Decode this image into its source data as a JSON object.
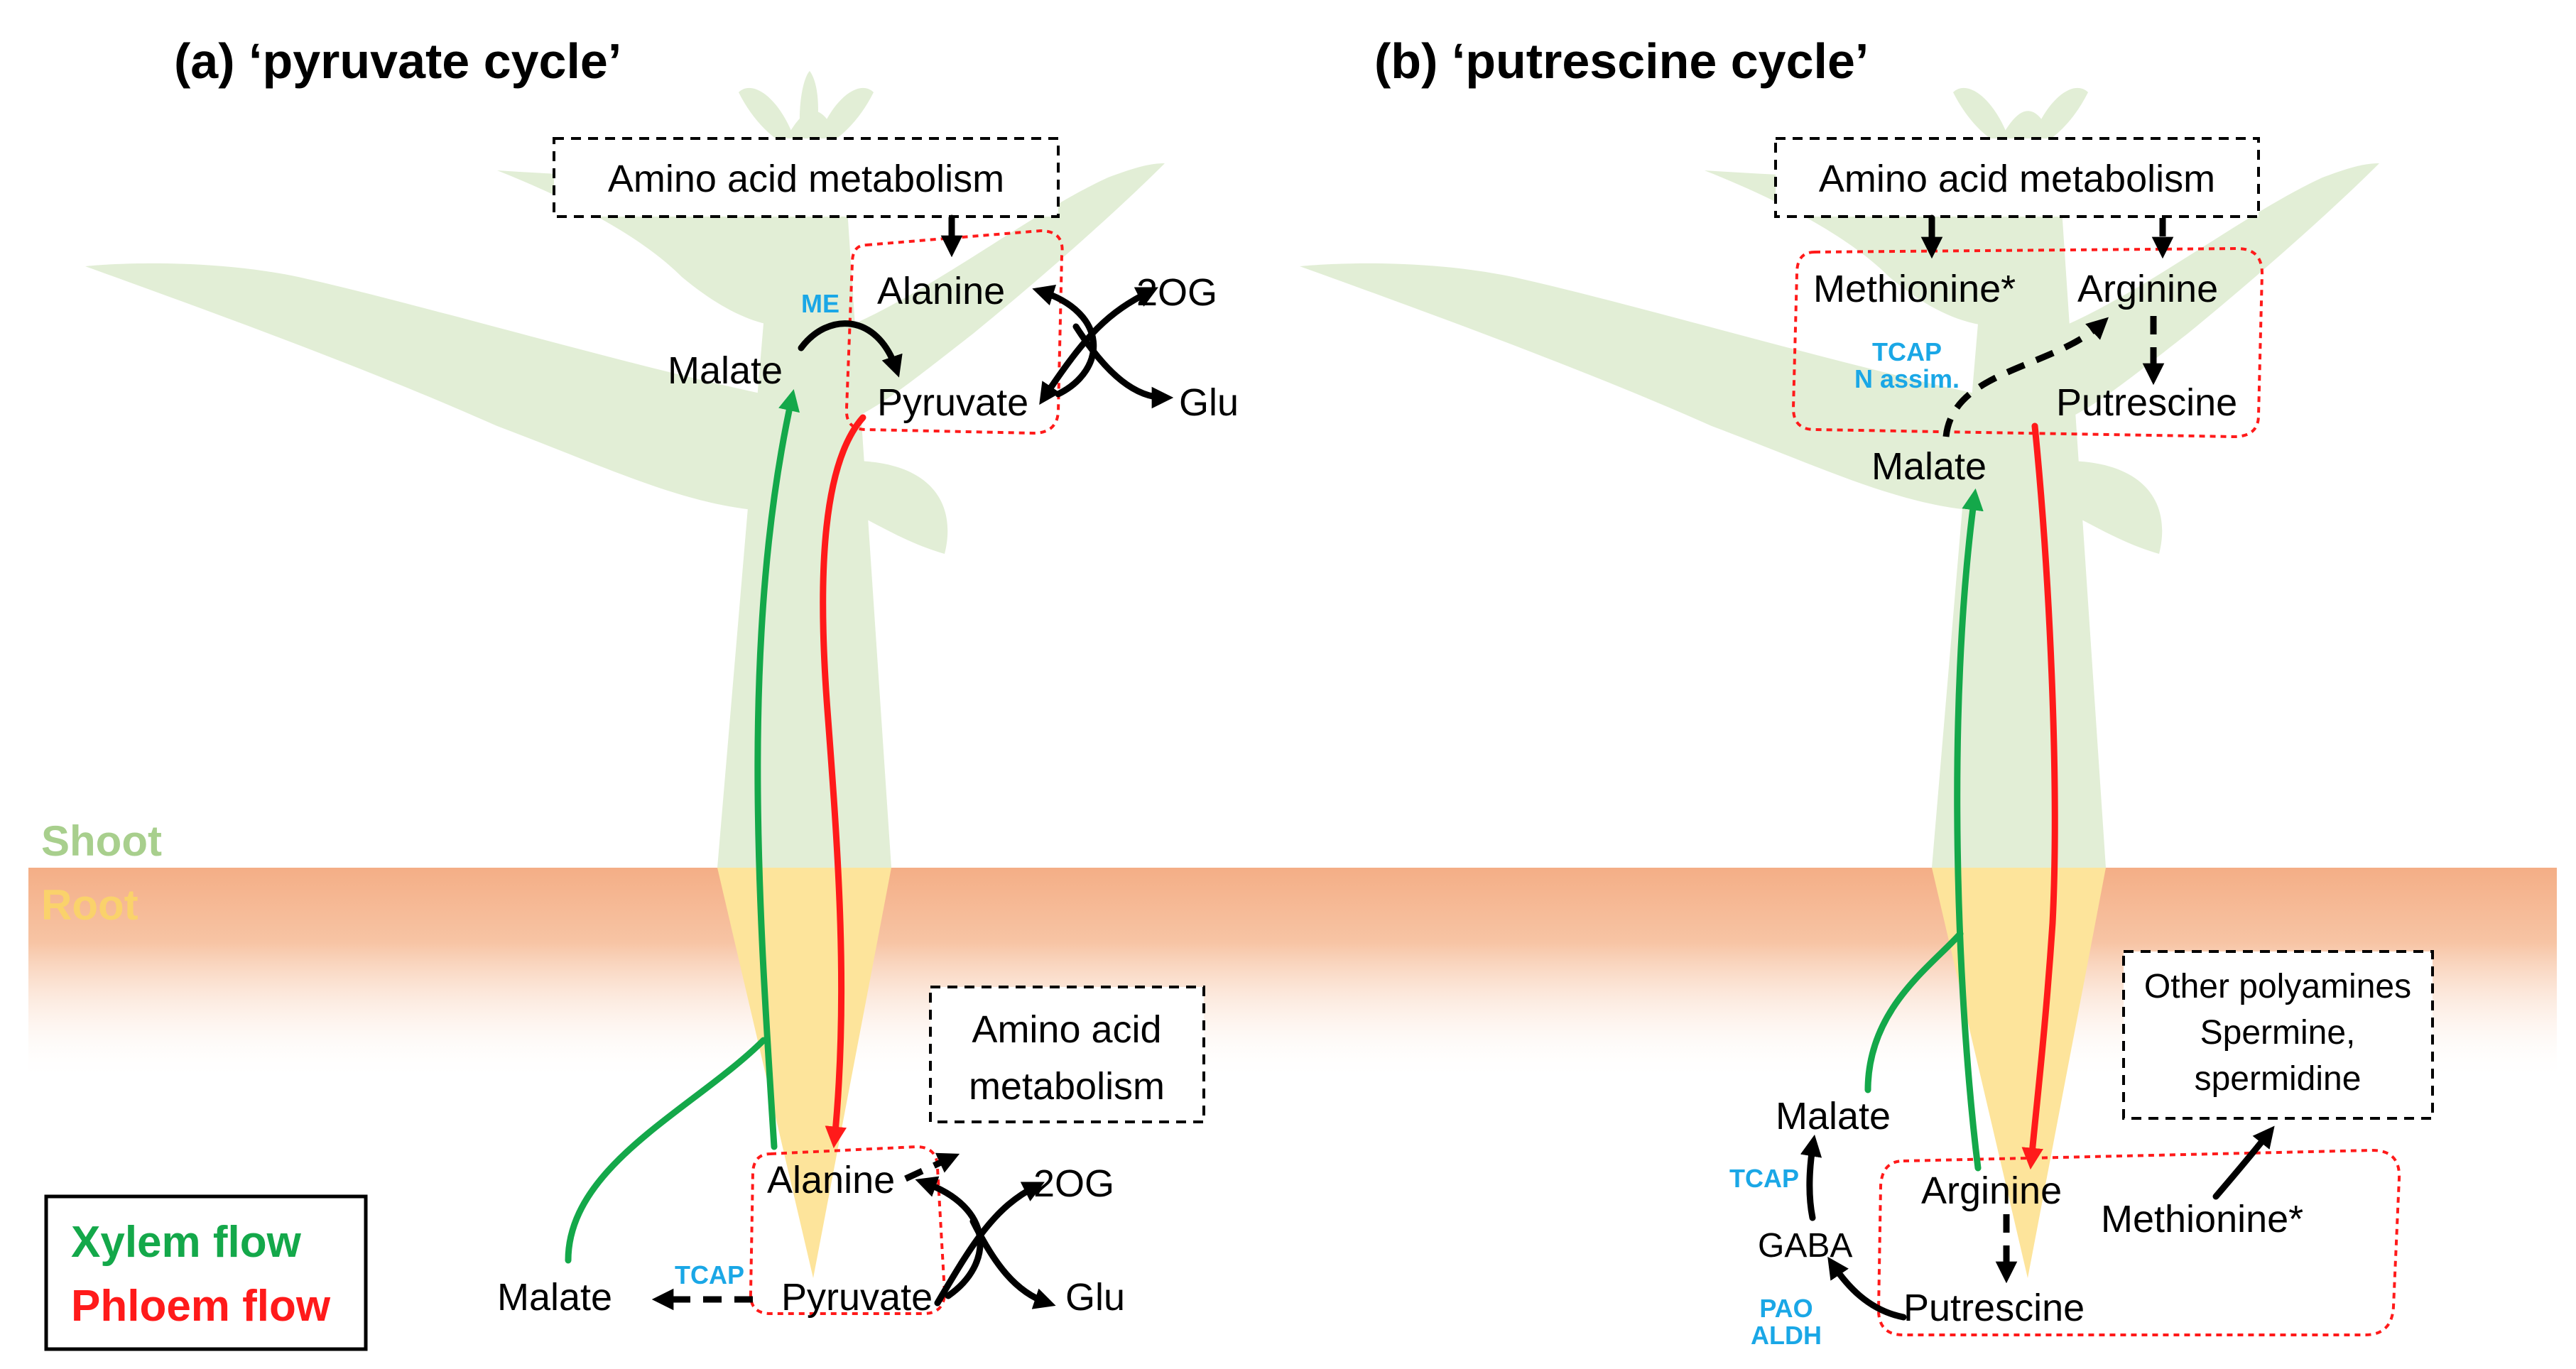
{
  "panels": {
    "a": {
      "title": "(a) ‘pyruvate cycle’",
      "shoot": {
        "metabolism_box": "Amino acid metabolism",
        "alanine": "Alanine",
        "pyruvate": "Pyruvate",
        "malate": "Malate",
        "two_og": "2OG",
        "glu": "Glu",
        "enzyme_me": "ME"
      },
      "root": {
        "metabolism_box_line1": "Amino acid",
        "metabolism_box_line2": "metabolism",
        "alanine": "Alanine",
        "pyruvate": "Pyruvate",
        "malate": "Malate",
        "two_og": "2OG",
        "glu": "Glu",
        "enzyme_tcap": "TCAP"
      }
    },
    "b": {
      "title": "(b) ‘putrescine cycle’",
      "shoot": {
        "metabolism_box": "Amino acid metabolism",
        "methionine": "Methionine*",
        "arginine": "Arginine",
        "putrescine": "Putrescine",
        "malate": "Malate",
        "enzyme_tcap": "TCAP",
        "enzyme_nassim": "N assim."
      },
      "root": {
        "polyamines_line1": "Other polyamines",
        "polyamines_line2": "Spermine,",
        "polyamines_line3": "spermidine",
        "malate": "Malate",
        "gaba": "GABA",
        "arginine": "Arginine",
        "methionine": "Methionine*",
        "putrescine": "Putrescine",
        "enzyme_tcap": "TCAP",
        "enzyme_pao": "PAO",
        "enzyme_aldh": "ALDH"
      }
    }
  },
  "zones": {
    "shoot": "Shoot",
    "root": "Root"
  },
  "legend": {
    "xylem": "Xylem flow",
    "phloem": "Phloem flow"
  },
  "colors": {
    "xylem": "#14a84a",
    "phloem": "#ff1a1a",
    "enzyme": "#1aa7e6",
    "plant": "#e2eed6",
    "root": "#fde49b",
    "soil": "#f4ae86"
  }
}
